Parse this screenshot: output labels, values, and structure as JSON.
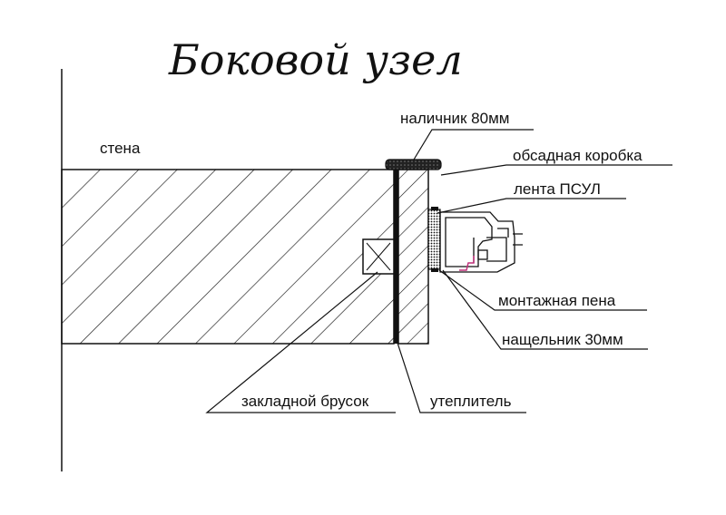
{
  "title": "Боковой узел",
  "labels": {
    "wall": "стена",
    "casing": "наличник 80мм",
    "frame": "обсадная коробка",
    "tape": "лента ПСУЛ",
    "foam": "монтажная пена",
    "trim": "нащельник 30мм",
    "bar": "закладной брусок",
    "insulation": "утеплитель"
  },
  "colors": {
    "line": "#111111",
    "background": "#ffffff",
    "accent": "#c0307a"
  }
}
